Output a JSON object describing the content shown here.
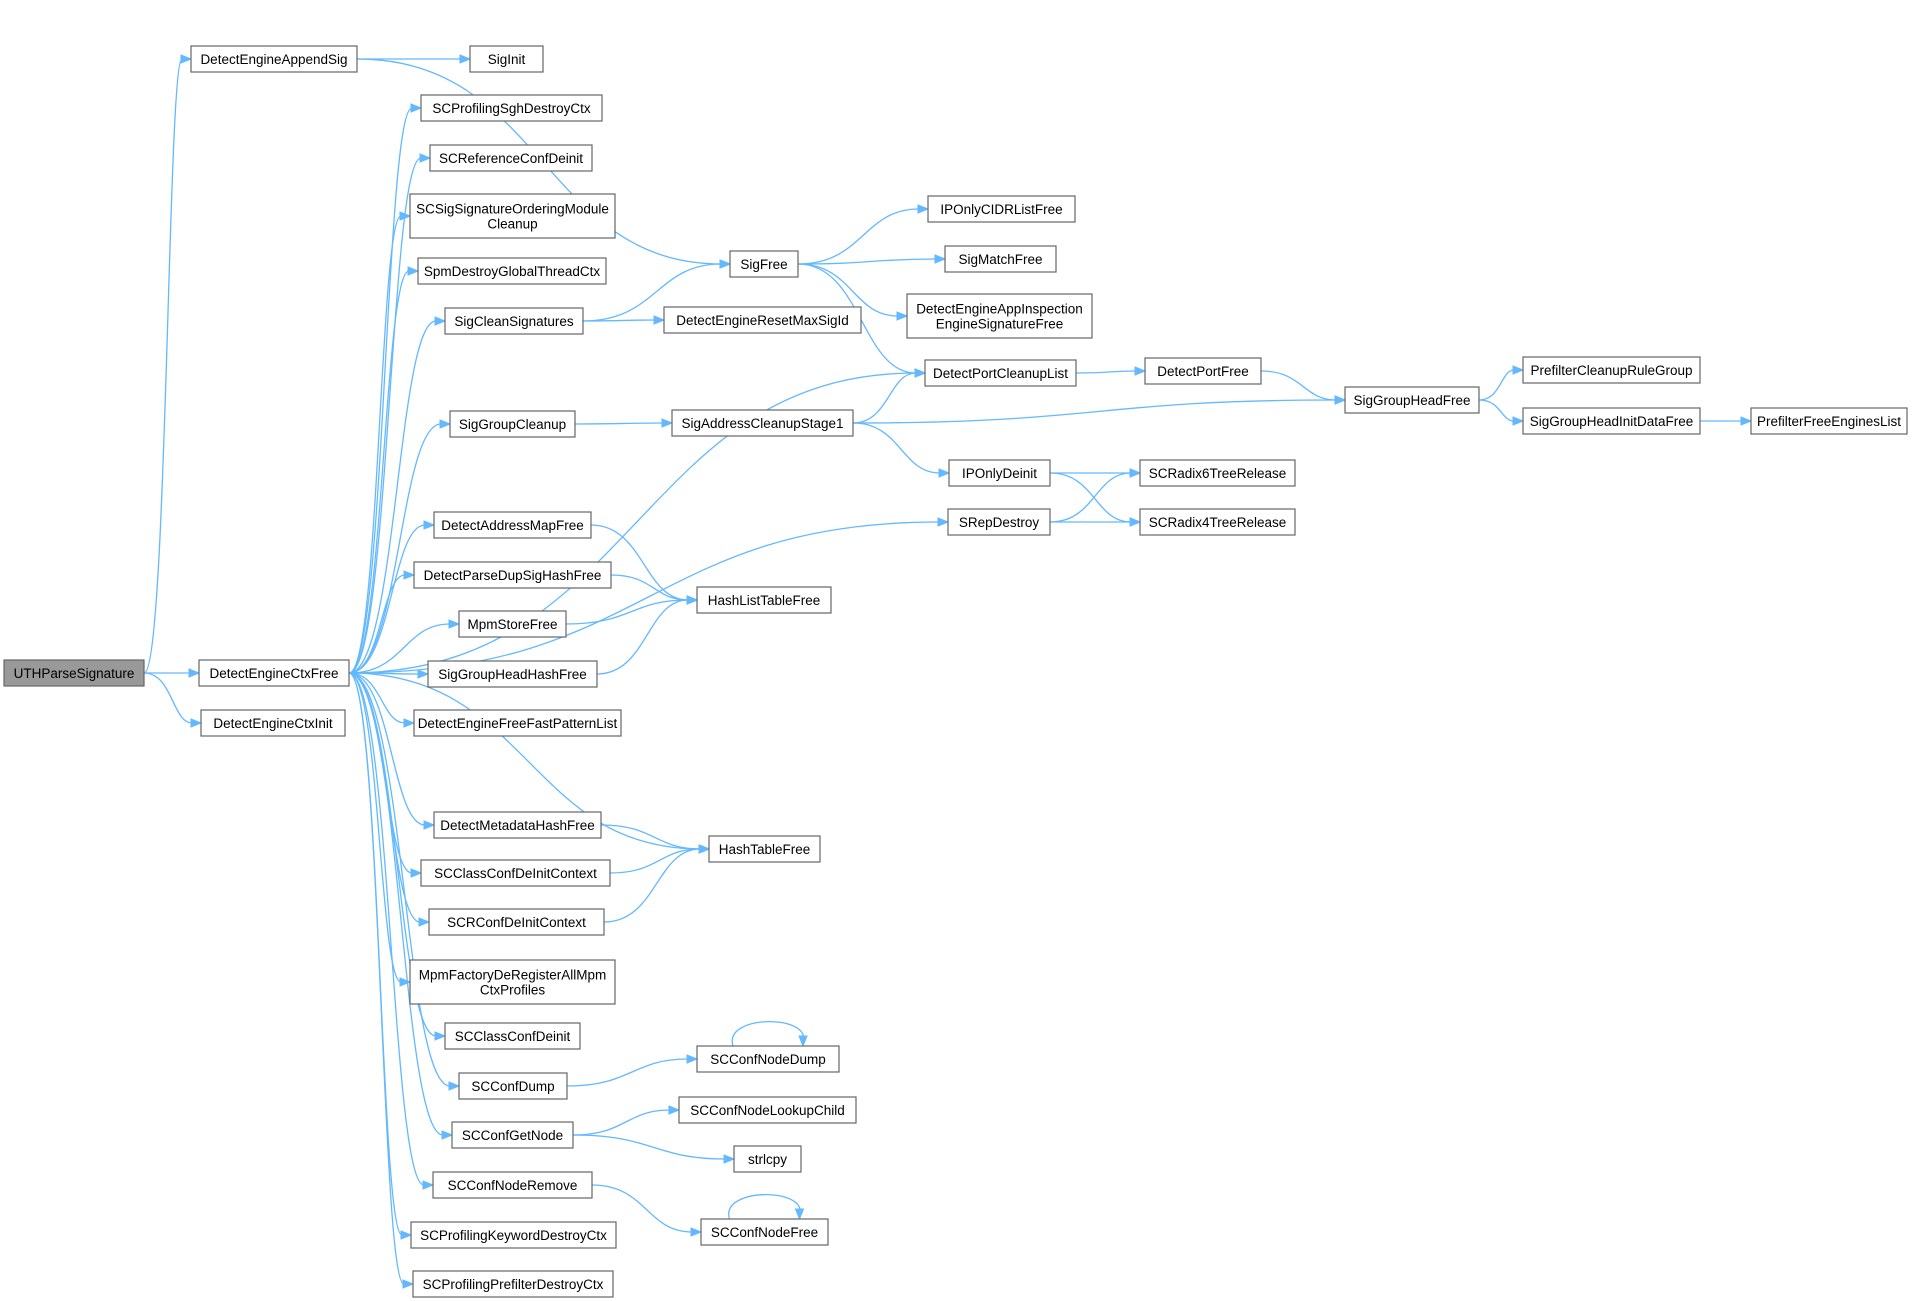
{
  "diagram": {
    "nodes": [
      {
        "id": "n0",
        "label": "UTHParseSignature",
        "root": true
      },
      {
        "id": "n1",
        "label": "DetectEngineAppendSig"
      },
      {
        "id": "n2",
        "label": "DetectEngineCtxFree"
      },
      {
        "id": "n3",
        "label": "DetectEngineCtxInit"
      },
      {
        "id": "n4",
        "label": "SigInit"
      },
      {
        "id": "n5",
        "label": "SCProfilingSghDestroyCtx"
      },
      {
        "id": "n6",
        "label": "SCReferenceConfDeinit"
      },
      {
        "id": "n7",
        "label": "SCSigSignatureOrderingModule Cleanup"
      },
      {
        "id": "n8",
        "label": "SpmDestroyGlobalThreadCtx"
      },
      {
        "id": "n9",
        "label": "SigCleanSignatures"
      },
      {
        "id": "n10",
        "label": "SigGroupCleanup"
      },
      {
        "id": "n11",
        "label": "DetectAddressMapFree"
      },
      {
        "id": "n12",
        "label": "DetectParseDupSigHashFree"
      },
      {
        "id": "n13",
        "label": "MpmStoreFree"
      },
      {
        "id": "n14",
        "label": "SigGroupHeadHashFree"
      },
      {
        "id": "n15",
        "label": "DetectEngineFreeFastPatternList"
      },
      {
        "id": "n16",
        "label": "DetectMetadataHashFree"
      },
      {
        "id": "n17",
        "label": "SCClassConfDeInitContext"
      },
      {
        "id": "n18",
        "label": "SCRConfDeInitContext"
      },
      {
        "id": "n19",
        "label": "MpmFactoryDeRegisterAllMpm CtxProfiles"
      },
      {
        "id": "n20",
        "label": "SCClassConfDeinit"
      },
      {
        "id": "n21",
        "label": "SCConfDump"
      },
      {
        "id": "n22",
        "label": "SCConfGetNode"
      },
      {
        "id": "n23",
        "label": "SCConfNodeRemove"
      },
      {
        "id": "n24",
        "label": "SCProfilingKeywordDestroyCtx"
      },
      {
        "id": "n25",
        "label": "SCProfilingPrefilterDestroyCtx"
      },
      {
        "id": "n26",
        "label": "SigFree"
      },
      {
        "id": "n27",
        "label": "DetectEngineResetMaxSigId"
      },
      {
        "id": "n28",
        "label": "SigAddressCleanupStage1"
      },
      {
        "id": "n29",
        "label": "HashListTableFree"
      },
      {
        "id": "n30",
        "label": "HashTableFree"
      },
      {
        "id": "n31",
        "label": "SCConfNodeDump"
      },
      {
        "id": "n32",
        "label": "SCConfNodeLookupChild"
      },
      {
        "id": "n33",
        "label": "strlcpy"
      },
      {
        "id": "n34",
        "label": "SCConfNodeFree"
      },
      {
        "id": "n35",
        "label": "IPOnlyCIDRListFree"
      },
      {
        "id": "n36",
        "label": "SigMatchFree"
      },
      {
        "id": "n37",
        "label": "DetectEngineAppInspection EngineSignatureFree"
      },
      {
        "id": "n38",
        "label": "DetectPortCleanupList"
      },
      {
        "id": "n39",
        "label": "IPOnlyDeinit"
      },
      {
        "id": "n40",
        "label": "SRepDestroy"
      },
      {
        "id": "n41",
        "label": "DetectPortFree"
      },
      {
        "id": "n42",
        "label": "SCRadix6TreeRelease"
      },
      {
        "id": "n43",
        "label": "SCRadix4TreeRelease"
      },
      {
        "id": "n44",
        "label": "SigGroupHeadFree"
      },
      {
        "id": "n45",
        "label": "PrefilterCleanupRuleGroup"
      },
      {
        "id": "n46",
        "label": "SigGroupHeadInitDataFree"
      },
      {
        "id": "n47",
        "label": "PrefilterFreeEnginesList"
      }
    ],
    "edges": [
      [
        "n0",
        "n1"
      ],
      [
        "n0",
        "n2"
      ],
      [
        "n0",
        "n3"
      ],
      [
        "n1",
        "n4"
      ],
      [
        "n1",
        "n26"
      ],
      [
        "n2",
        "n5"
      ],
      [
        "n2",
        "n6"
      ],
      [
        "n2",
        "n7"
      ],
      [
        "n2",
        "n8"
      ],
      [
        "n2",
        "n9"
      ],
      [
        "n2",
        "n38"
      ],
      [
        "n2",
        "n10"
      ],
      [
        "n2",
        "n40"
      ],
      [
        "n2",
        "n11"
      ],
      [
        "n2",
        "n12"
      ],
      [
        "n2",
        "n13"
      ],
      [
        "n2",
        "n14"
      ],
      [
        "n2",
        "n15"
      ],
      [
        "n2",
        "n30"
      ],
      [
        "n2",
        "n16"
      ],
      [
        "n2",
        "n17"
      ],
      [
        "n2",
        "n18"
      ],
      [
        "n2",
        "n19"
      ],
      [
        "n2",
        "n20"
      ],
      [
        "n2",
        "n21"
      ],
      [
        "n2",
        "n22"
      ],
      [
        "n2",
        "n23"
      ],
      [
        "n2",
        "n24"
      ],
      [
        "n2",
        "n25"
      ],
      [
        "n9",
        "n26"
      ],
      [
        "n9",
        "n27"
      ],
      [
        "n10",
        "n28"
      ],
      [
        "n11",
        "n29"
      ],
      [
        "n12",
        "n29"
      ],
      [
        "n13",
        "n29"
      ],
      [
        "n14",
        "n29"
      ],
      [
        "n16",
        "n30"
      ],
      [
        "n17",
        "n30"
      ],
      [
        "n18",
        "n30"
      ],
      [
        "n21",
        "n31"
      ],
      [
        "n31",
        "n31"
      ],
      [
        "n22",
        "n32"
      ],
      [
        "n22",
        "n33"
      ],
      [
        "n23",
        "n34"
      ],
      [
        "n34",
        "n34"
      ],
      [
        "n26",
        "n35"
      ],
      [
        "n26",
        "n36"
      ],
      [
        "n26",
        "n37"
      ],
      [
        "n26",
        "n38"
      ],
      [
        "n28",
        "n38"
      ],
      [
        "n28",
        "n44"
      ],
      [
        "n28",
        "n39"
      ],
      [
        "n38",
        "n41"
      ],
      [
        "n41",
        "n44"
      ],
      [
        "n39",
        "n42"
      ],
      [
        "n39",
        "n43"
      ],
      [
        "n40",
        "n42"
      ],
      [
        "n40",
        "n43"
      ],
      [
        "n44",
        "n45"
      ],
      [
        "n44",
        "n46"
      ],
      [
        "n46",
        "n47"
      ]
    ],
    "colors": {
      "edge": "#63b8ff",
      "node_border": "#666666",
      "root_fill": "#999999"
    }
  }
}
